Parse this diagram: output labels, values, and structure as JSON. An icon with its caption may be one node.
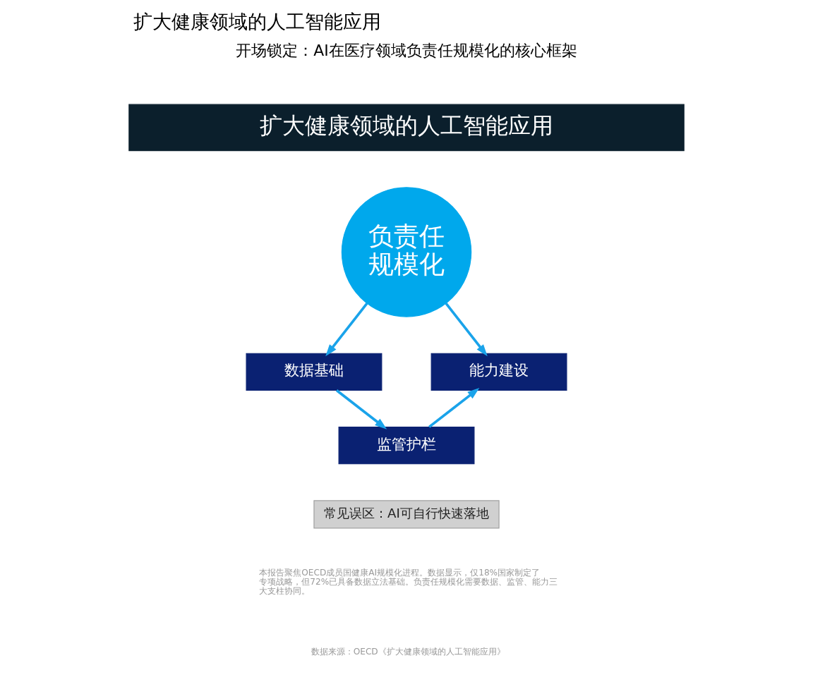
{
  "diagram": {
    "title": "扩大健康领域的人工智能应用",
    "nodes": [
      {
        "text": [
          "扩大健康领域的人工智能应用"
        ]
      },
      {
        "text": [
          "负责任规模化"
        ]
      },
      {
        "text": [
          "数据基础"
        ]
      },
      {
        "text": [
          "能力建设"
        ]
      },
      {
        "text": [
          "监管护栏"
        ]
      },
      {
        "text": [
          "常见误区：AI可自行快速落地"
        ]
      }
    ],
    "edges": [
      {
        "from": 1,
        "to": 2,
        "arrow": "to"
      },
      {
        "from": 1,
        "to": 3,
        "arrow": "to"
      },
      {
        "from": 2,
        "to": 4,
        "arrow": "to"
      },
      {
        "from": 4,
        "to": 3,
        "arrow": "to"
      }
    ],
    "labels": [
      "开场锁定：AI在医疗领域负责任规模化的核心框架",
      "本报告聚焦OECD成员国健康AI规模化进程。数据显示，仅18%国家制定了专项战略，但72%已具备数据立法基础。负责任规模化需要数据、监管、能力三大支柱协同。",
      "数据来源：OECD《扩大健康领域的人工智能应用》"
    ]
  }
}
